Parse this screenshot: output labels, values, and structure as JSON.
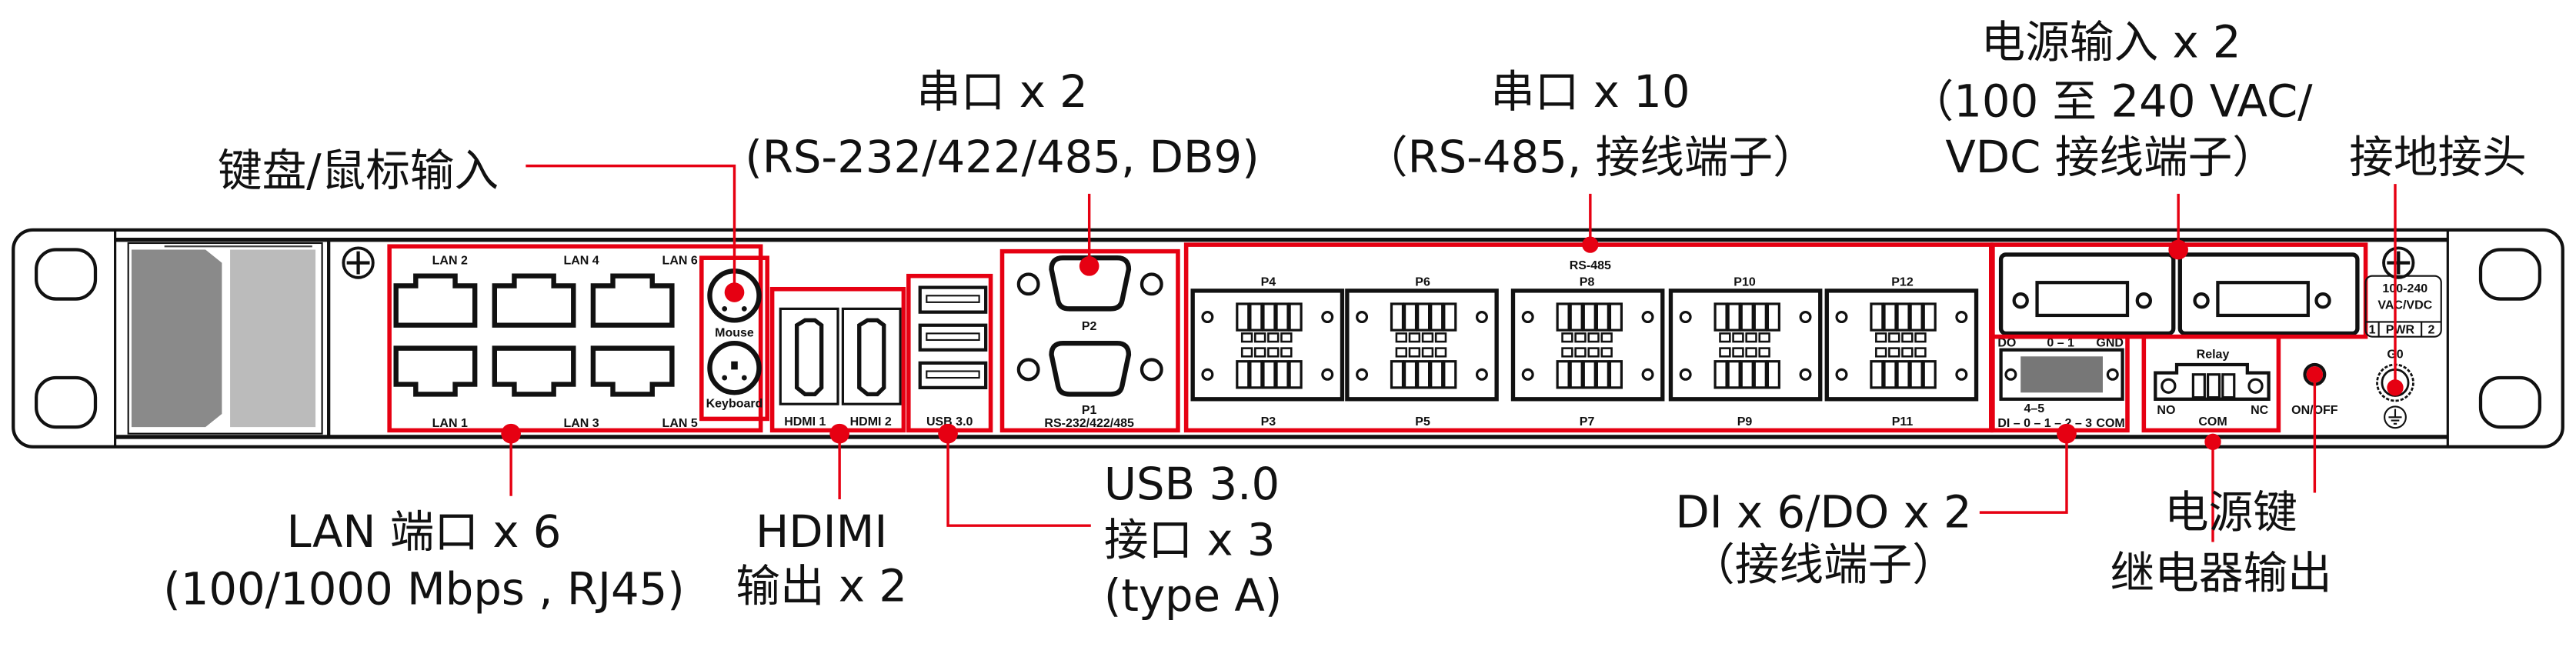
{
  "accent_color": "#e60012",
  "callouts": {
    "keyboard_mouse": "键盘/鼠标输入",
    "serial2_l1": "串口 x 2",
    "serial2_l2": "(RS-232/422/485, DB9)",
    "serial10_l1": "串口 x 10",
    "serial10_l2": "（RS-485, 接线端子）",
    "power_l1": "电源输入 x 2",
    "power_l2": "（100 至 240 VAC/",
    "power_l3": "VDC 接线端子）",
    "ground": "接地接头",
    "lan_l1": "LAN 端口 x 6",
    "lan_l2": "(100/1000 Mbps , RJ45)",
    "hdmi_l1": "HDIMI",
    "hdmi_l2": "输出 x 2",
    "usb_l1": "USB 3.0",
    "usb_l2": "接口 x 3",
    "usb_l3": "(type A)",
    "dido_l1": "DI x 6/DO x 2",
    "dido_l2": "（接线端子）",
    "power_key": "电源键",
    "relay_out": "继电器输出"
  },
  "panel_labels": {
    "lan_top": [
      "LAN 2",
      "LAN 4",
      "LAN 6"
    ],
    "lan_bottom": [
      "LAN 1",
      "LAN 3",
      "LAN 5"
    ],
    "mouse": "Mouse",
    "keyboard": "Keyboard",
    "hdmi": [
      "HDMI 1",
      "HDMI 2"
    ],
    "usb": "USB 3.0",
    "p2": "P2",
    "p1": "P1",
    "rs232": "RS-232/422/485",
    "rs485": "RS-485",
    "ports_top": [
      "P4",
      "P6",
      "P8",
      "P10",
      "P12"
    ],
    "ports_bottom": [
      "P3",
      "P5",
      "P7",
      "P9",
      "P11"
    ],
    "do_label": "DO",
    "do_nums": "0 – 1",
    "gnd": "GND",
    "di_45": "4–5",
    "di_row": "DI – 0 – 1 – 2 – 3",
    "com": "COM",
    "relay": "Relay",
    "no": "NO",
    "nc": "NC",
    "relay_com": "COM",
    "onoff": "ON/OFF",
    "pwr_range1": "100-240",
    "pwr_range2": "VAC/VDC",
    "pwr_1": "1",
    "pwr": "PWR",
    "pwr_2": "2",
    "g0": "G0"
  }
}
